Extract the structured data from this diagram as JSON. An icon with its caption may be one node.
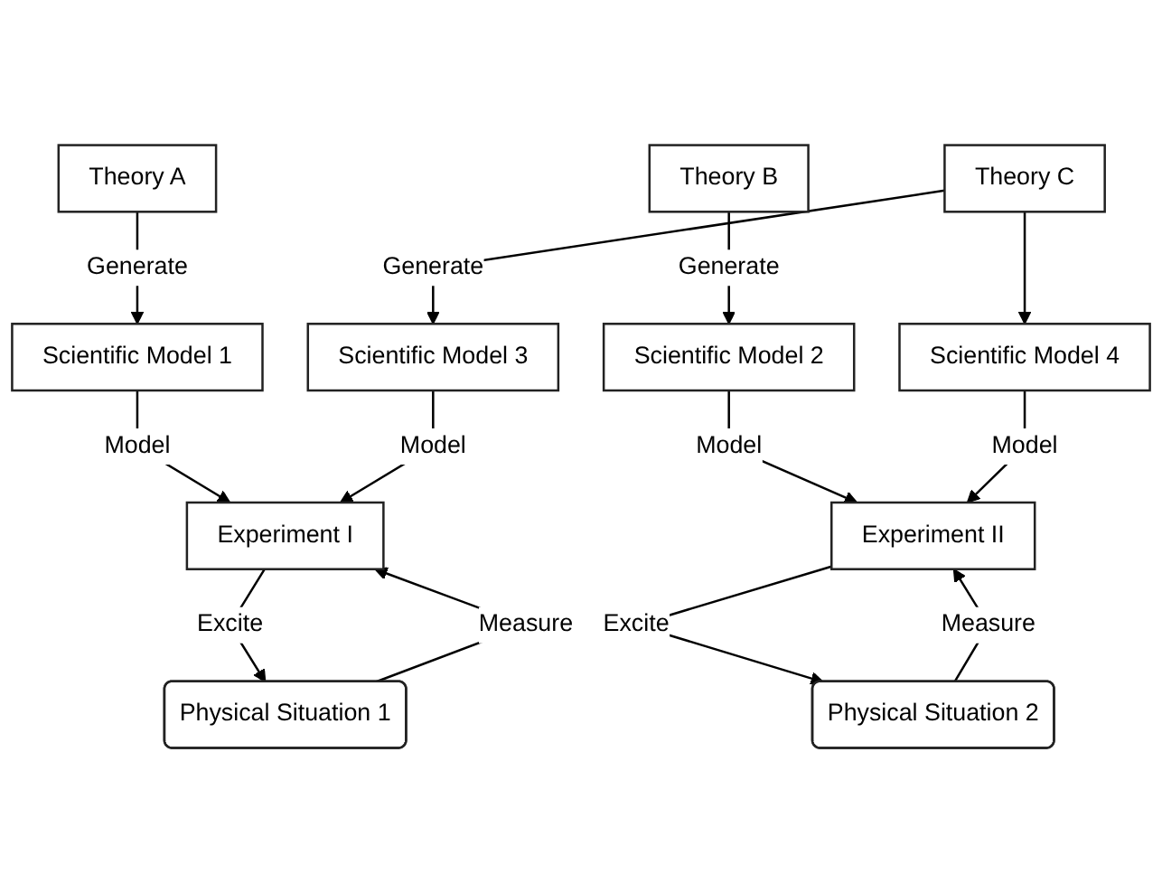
{
  "diagram": {
    "nodes": [
      {
        "text": [
          "Theory A"
        ]
      },
      {
        "text": [
          "Theory B"
        ]
      },
      {
        "text": [
          "Theory C"
        ]
      },
      {
        "text": [
          "Scientific Model 1"
        ]
      },
      {
        "text": [
          "Scientific Model 2"
        ]
      },
      {
        "text": [
          "Scientific Model 3"
        ]
      },
      {
        "text": [
          "Scientific Model 4"
        ]
      },
      {
        "text": [
          "Experiment I"
        ]
      },
      {
        "text": [
          "Experiment II"
        ]
      },
      {
        "text": [
          "Physical Situation 1"
        ]
      },
      {
        "text": [
          "Physical Situation 2"
        ]
      }
    ],
    "edges": [
      {
        "from": 0,
        "to": 3,
        "arrow": "to",
        "label": "Generate"
      },
      {
        "from": 1,
        "to": 4,
        "arrow": "to",
        "label": "Generate"
      },
      {
        "from": 2,
        "to": 5,
        "arrow": "to",
        "label": "Generate"
      },
      {
        "from": 2,
        "to": 6,
        "arrow": "to"
      },
      {
        "from": 3,
        "to": 7,
        "arrow": "to",
        "label": "Model"
      },
      {
        "from": 5,
        "to": 7,
        "arrow": "to",
        "label": "Model"
      },
      {
        "from": 4,
        "to": 8,
        "arrow": "to",
        "label": "Model"
      },
      {
        "from": 6,
        "to": 8,
        "arrow": "to",
        "label": "Model"
      },
      {
        "from": 7,
        "to": 9,
        "arrow": "to",
        "label": "Excite"
      },
      {
        "from": 9,
        "to": 7,
        "arrow": "to",
        "label": "Measure"
      },
      {
        "from": 8,
        "to": 10,
        "arrow": "to",
        "label": "Excite"
      },
      {
        "from": 10,
        "to": 8,
        "arrow": "to",
        "label": "Measure"
      }
    ]
  }
}
